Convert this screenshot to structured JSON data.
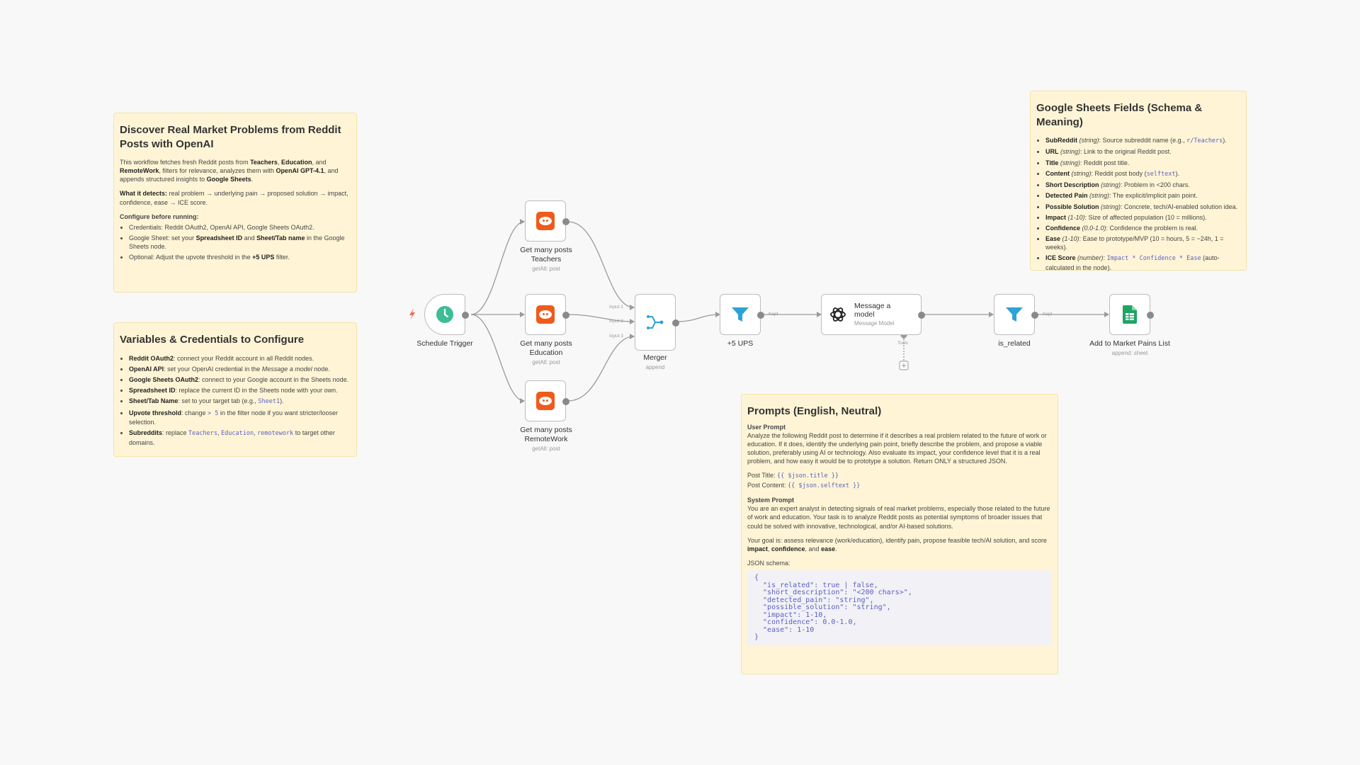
{
  "notes": {
    "discover": {
      "title": "Discover Real Market Problems from Reddit Posts with OpenAI",
      "intro_1": "This workflow fetches fresh Reddit posts from ",
      "teachers": "Teachers",
      "comma": ", ",
      "education": "Education",
      "and": ", and ",
      "remotework": "RemoteWork",
      "intro_2": ", filters for relevance, analyzes them with ",
      "openai": "OpenAI GPT-4.1",
      "intro_3": ", and appends structured insights to ",
      "sheets": "Google Sheets",
      "intro_4": ".",
      "detects_label": "What it detects:",
      "detects_text": " real problem → underlying pain → proposed solution → impact, confidence, ease → ICE score.",
      "configure_label": "Configure before running:",
      "items": [
        {
          "prefix": "Credentials: Reddit OAuth2, OpenAI API, Google Sheets OAuth2.",
          "b1": "",
          "mid": "",
          "b2": "",
          "suffix": ""
        },
        {
          "prefix": "Google Sheet: set your ",
          "b1": "Spreadsheet ID",
          "mid": " and ",
          "b2": "Sheet/Tab name",
          "suffix": " in the Google Sheets node."
        },
        {
          "prefix": "Optional: Adjust the upvote threshold in the ",
          "b1": "+5 UPS",
          "mid": "",
          "b2": "",
          "suffix": " filter."
        }
      ]
    },
    "variables": {
      "title": "Variables & Credentials to Configure",
      "items": [
        {
          "key": "Reddit OAuth2",
          "text": ": connect your Reddit account in all Reddit nodes."
        },
        {
          "key": "OpenAI API",
          "text": ": set your OpenAI credential in the ",
          "em": "Message a model",
          "tail": " node."
        },
        {
          "key": "Google Sheets OAuth2",
          "text": ": connect to your Google account in the Sheets node."
        },
        {
          "key": "Spreadsheet ID",
          "text": ": replace the current ID in the Sheets node with your own."
        },
        {
          "key": "Sheet/Tab Name",
          "text": ": set to your target tab (e.g., ",
          "code": "Sheet1",
          "tail": ")."
        },
        {
          "key": "Upvote threshold",
          "text": ": change ",
          "code": "> 5",
          "tail": " in the filter node if you want stricter/looser selection."
        },
        {
          "key": "Subreddits",
          "text": ": replace ",
          "codes": [
            "Teachers",
            "Education",
            "remotework"
          ],
          "tail": " to target other domains."
        }
      ]
    },
    "fields": {
      "title": "Google Sheets Fields (Schema & Meaning)",
      "items": [
        {
          "key": "SubReddit",
          "type": "(string)",
          "text": ": Source subreddit name (e.g., ",
          "code": "r/Teachers",
          "tail": ")."
        },
        {
          "key": "URL",
          "type": "(string)",
          "text": ": Link to the original Reddit post.",
          "code": "",
          "tail": ""
        },
        {
          "key": "Title",
          "type": "(string)",
          "text": ": Reddit post title.",
          "code": "",
          "tail": ""
        },
        {
          "key": "Content",
          "type": "(string)",
          "text": ": Reddit post body (",
          "code": "selftext",
          "tail": ")."
        },
        {
          "key": "Short Description",
          "type": "(string)",
          "text": ": Problem in <200 chars.",
          "code": "",
          "tail": ""
        },
        {
          "key": "Detected Pain",
          "type": "(string)",
          "text": ": The explicit/implicit pain point.",
          "code": "",
          "tail": ""
        },
        {
          "key": "Possible Solution",
          "type": "(string)",
          "text": ": Concrete, tech/AI-enabled solution idea.",
          "code": "",
          "tail": ""
        },
        {
          "key": "Impact",
          "type": "(1-10)",
          "text": ": Size of affected population (10 = millions).",
          "code": "",
          "tail": ""
        },
        {
          "key": "Confidence",
          "type": "(0.0-1.0)",
          "text": ": Confidence the problem is real.",
          "code": "",
          "tail": ""
        },
        {
          "key": "Ease",
          "type": "(1-10)",
          "text": ": Ease to prototype/MVP (10 = hours, 5 = ~24h, 1 = weeks).",
          "code": "",
          "tail": ""
        },
        {
          "key": "ICE Score",
          "type": "(number)",
          "text": ": ",
          "code": "Impact * Confidence * Ease",
          "tail": " (auto-calculated in the node)."
        }
      ]
    },
    "prompts": {
      "title": "Prompts (English, Neutral)",
      "user_label": "User Prompt",
      "user_text": "Analyze the following Reddit post to determine if it describes a real problem related to the future of work or education. If it does, identify the underlying pain point, briefly describe the problem, and propose a viable solution, preferably using AI or technology. Also evaluate its impact, your confidence level that it is a real problem, and how easy it would be to prototype a solution. Return ONLY a structured JSON.",
      "post_title_label": "Post Title: ",
      "post_title_code": "{{ $json.title }}",
      "post_content_label": "Post Content: ",
      "post_content_code": "{{ $json.selftext }}",
      "system_label": "System Prompt",
      "system_text": "You are an expert analyst in detecting signals of real market problems, especially those related to the future of work and education. Your task is to analyze Reddit posts as potential symptoms of broader issues that could be solved with innovative, technological, and/or AI-based solutions.",
      "goal_1": "Your goal is: assess relevance (work/education), identify pain, propose feasible tech/AI solution, and score ",
      "goal_impact": "impact",
      "goal_comma": ", ",
      "goal_confidence": "confidence",
      "goal_and": ", and ",
      "goal_ease": "ease",
      "goal_end": ".",
      "schema_label": "JSON schema:",
      "schema_code": "{\n  \"is_related\": true | false,\n  \"short_description\": \"<200 chars>\",\n  \"detected_pain\": \"string\",\n  \"possible_solution\": \"string\",\n  \"impact\": 1-10,\n  \"confidence\": 0.0-1.0,\n  \"ease\": 1-10\n}"
    }
  },
  "nodes": {
    "schedule": {
      "label": "Schedule Trigger",
      "icon": "clock-icon"
    },
    "teachers": {
      "label_1": "Get many posts",
      "label_2": "Teachers",
      "sub": "getAll: post",
      "icon": "reddit-icon"
    },
    "education": {
      "label_1": "Get many posts",
      "label_2": "Education",
      "sub": "getAll: post",
      "icon": "reddit-icon"
    },
    "remotework": {
      "label_1": "Get many posts",
      "label_2": "RemoteWork",
      "sub": "getAll: post",
      "icon": "reddit-icon"
    },
    "merger": {
      "label": "Merger",
      "sub": "append",
      "inputs": [
        "Input 1",
        "Input 2",
        "Input 3"
      ],
      "icon": "merge-icon"
    },
    "ups": {
      "label": "+5 UPS",
      "kept": "Kept",
      "icon": "filter-icon"
    },
    "message": {
      "title_1": "Message a",
      "title_2": "model",
      "sub": "Message Model",
      "tools": "Tools",
      "icon": "openai-icon"
    },
    "is_related": {
      "label": "is_related",
      "kept": "Kept",
      "icon": "filter-icon"
    },
    "sheets": {
      "label": "Add to Market Pains List",
      "sub": "append: sheet",
      "icon": "google-sheets-icon"
    }
  },
  "colors": {
    "note_bg": "#fff5d6",
    "reddit": "#f05a1c",
    "schedule": "#3dbd96",
    "filter": "#2ca3d6",
    "merge": "#2ca3d6",
    "sheets": "#1fa463",
    "trigger_bolt": "#f26c57"
  }
}
